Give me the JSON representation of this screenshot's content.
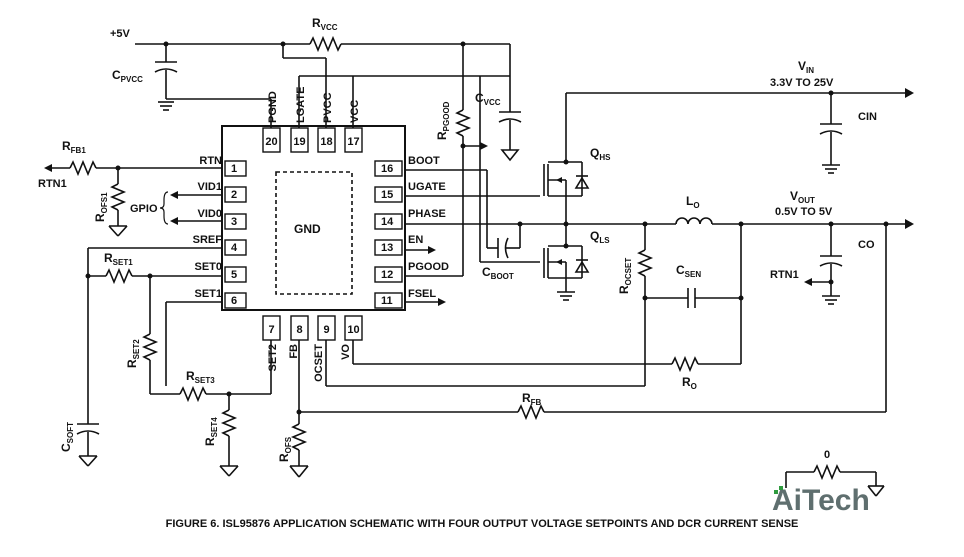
{
  "caption": "FIGURE 6.  ISL95876 APPLICATION SCHEMATIC WITH FOUR OUTPUT VOLTAGE SETPOINTS AND DCR CURRENT SENSE",
  "watermark": "AiTech",
  "chip": {
    "center_label": "GND",
    "left_pins": [
      {
        "num": "1",
        "name": "RTN"
      },
      {
        "num": "2",
        "name": "VID1"
      },
      {
        "num": "3",
        "name": "VID0"
      },
      {
        "num": "4",
        "name": "SREF"
      },
      {
        "num": "5",
        "name": "SET0"
      },
      {
        "num": "6",
        "name": "SET1"
      }
    ],
    "right_pins": [
      {
        "num": "16",
        "name": "BOOT"
      },
      {
        "num": "15",
        "name": "UGATE"
      },
      {
        "num": "14",
        "name": "PHASE"
      },
      {
        "num": "13",
        "name": "EN"
      },
      {
        "num": "12",
        "name": "PGOOD"
      },
      {
        "num": "11",
        "name": "FSEL"
      }
    ],
    "top_pins": [
      {
        "num": "20",
        "name": "PGND"
      },
      {
        "num": "19",
        "name": "LGATE"
      },
      {
        "num": "18",
        "name": "PVCC"
      },
      {
        "num": "17",
        "name": "VCC"
      }
    ],
    "bottom_pins": [
      {
        "num": "7",
        "name": "SET2"
      },
      {
        "num": "8",
        "name": "FB"
      },
      {
        "num": "9",
        "name": "OCSET"
      },
      {
        "num": "10",
        "name": "VO"
      }
    ]
  },
  "labels": {
    "plus5v": "+5V",
    "rvcc": {
      "main": "R",
      "sub": "VCC"
    },
    "cpvcc": {
      "main": "C",
      "sub": "PVCC"
    },
    "rpgood": {
      "main": "R",
      "sub": "PGOOD"
    },
    "cvcc": {
      "main": "C",
      "sub": "VCC"
    },
    "vin": {
      "main": "V",
      "sub": "IN"
    },
    "vin_range": "3.3V TO 25V",
    "cin": "CIN",
    "qhs": {
      "main": "Q",
      "sub": "HS"
    },
    "qls": {
      "main": "Q",
      "sub": "LS"
    },
    "lo": {
      "main": "L",
      "sub": "O"
    },
    "vout": {
      "main": "V",
      "sub": "OUT"
    },
    "vout_range": "0.5V TO 5V",
    "co": "CO",
    "rtn1_right": "RTN1",
    "cboot": {
      "main": "C",
      "sub": "BOOT"
    },
    "rocset": {
      "main": "R",
      "sub": "OCSET"
    },
    "csen": {
      "main": "C",
      "sub": "SEN"
    },
    "ro": {
      "main": "R",
      "sub": "O"
    },
    "rfb": {
      "main": "R",
      "sub": "FB"
    },
    "rfb1": {
      "main": "R",
      "sub": "FB1"
    },
    "rtn1_left": "RTN1",
    "rofs1": {
      "main": "R",
      "sub": "OFS1"
    },
    "gpio": "GPIO",
    "rset1": {
      "main": "R",
      "sub": "SET1"
    },
    "rset2": {
      "main": "R",
      "sub": "SET2"
    },
    "rset3": {
      "main": "R",
      "sub": "SET3"
    },
    "rset4": {
      "main": "R",
      "sub": "SET4"
    },
    "csoft": {
      "main": "C",
      "sub": "SOFT"
    },
    "rofs": {
      "main": "R",
      "sub": "OFS"
    },
    "zero": "0"
  }
}
